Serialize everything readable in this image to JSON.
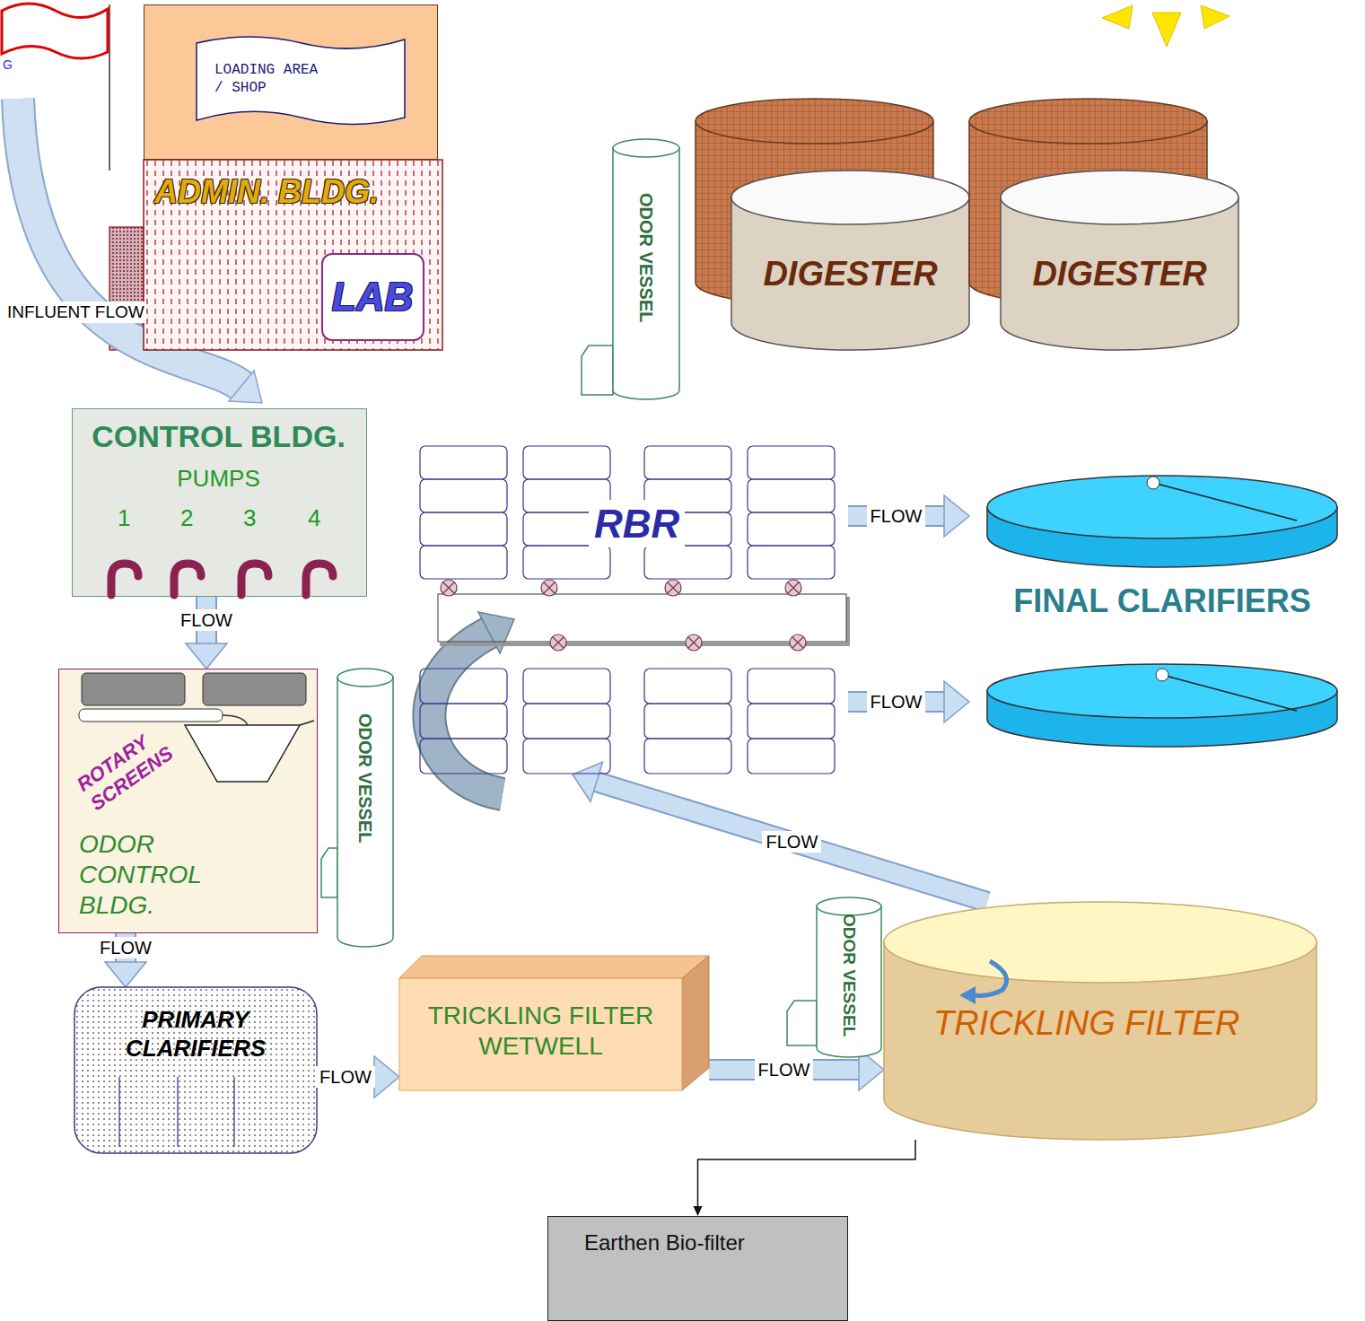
{
  "diagram": {
    "nodes": [
      {
        "text": [
          "LOADING AREA / SHOP"
        ]
      },
      {
        "text": [
          "ADMIN. BLDG."
        ]
      },
      {
        "text": [
          "LAB"
        ],
        "in": 1
      },
      {
        "text": [
          "CONTROL BLDG.",
          "PUMPS",
          "1",
          "2",
          "3",
          "4"
        ]
      },
      {
        "text": [
          "ROTARY SCREENS",
          "ODOR CONTROL BLDG."
        ]
      },
      {
        "text": [
          "ODOR VESSEL"
        ]
      },
      {
        "text": [
          "DIGESTER"
        ]
      },
      {
        "text": [
          "DIGESTER"
        ]
      },
      {
        "text": [
          "RBR"
        ]
      },
      {
        "text": [
          "FINAL CLARIFIERS"
        ]
      },
      {
        "text": [
          "ODOR VESSEL"
        ]
      },
      {
        "text": [
          "PRIMARY CLARIFIERS"
        ]
      },
      {
        "text": [
          "TRICKLING FILTER WETWELL"
        ]
      },
      {
        "text": [
          "ODOR VESSEL"
        ]
      },
      {
        "text": [
          "TRICKLING FILTER"
        ]
      },
      {
        "text": [
          "Earthen Bio-filter"
        ]
      }
    ],
    "edges": [
      {
        "from": 3,
        "to": 4,
        "arrow": "to",
        "label": "FLOW"
      },
      {
        "from": 4,
        "to": 11,
        "arrow": "to",
        "label": "FLOW"
      },
      {
        "from": 11,
        "to": 12,
        "arrow": "to",
        "label": "FLOW"
      },
      {
        "from": 12,
        "to": 14,
        "arrow": "to",
        "label": "FLOW"
      },
      {
        "from": 14,
        "to": 8,
        "arrow": "to",
        "label": "FLOW"
      },
      {
        "from": 8,
        "to": 9,
        "arrow": "to",
        "label": "FLOW"
      },
      {
        "from": 8,
        "to": 9,
        "arrow": "to",
        "label": "FLOW"
      },
      {
        "from": 14,
        "to": 15,
        "arrow": "to"
      }
    ],
    "labels": [
      "G",
      "INFLUENT FLOW"
    ]
  }
}
